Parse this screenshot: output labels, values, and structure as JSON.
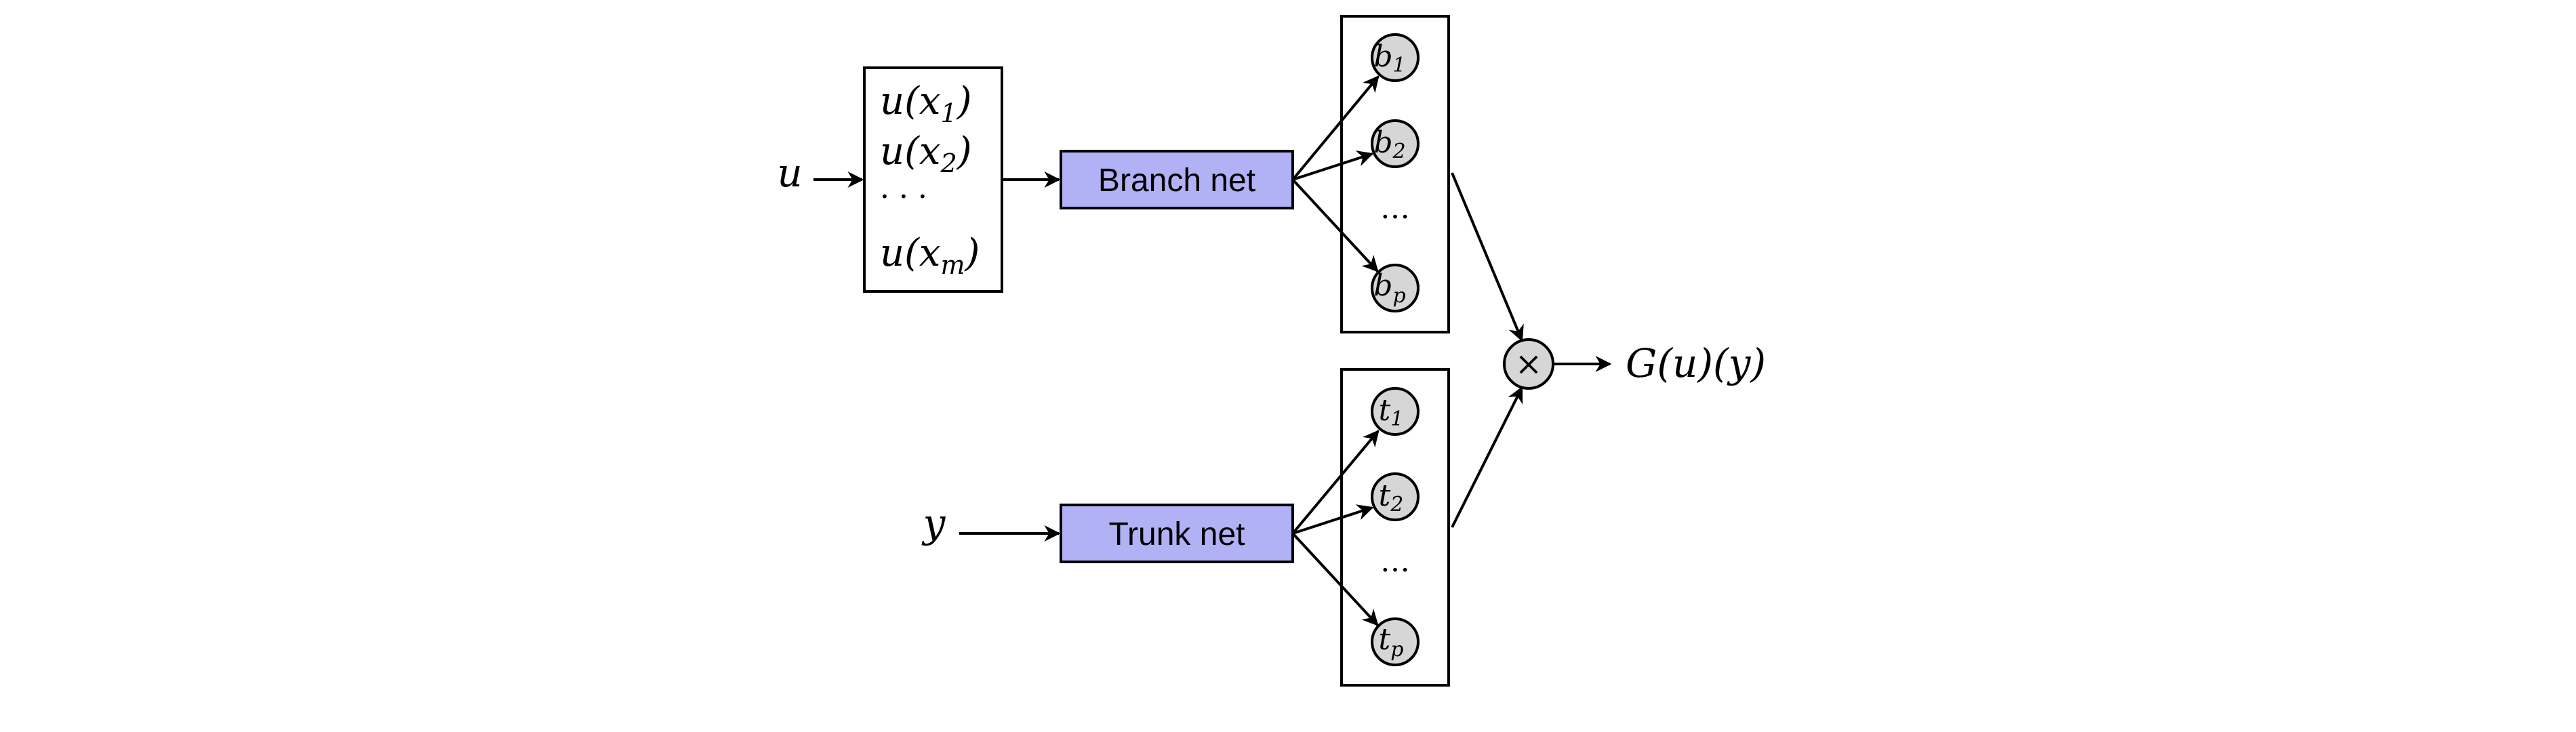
{
  "colors": {
    "net_fill": "#b1b1f6",
    "node_fill": "#d6d6d6",
    "line": "#000000"
  },
  "diagram": {
    "input_u": "u",
    "input_y": "y",
    "sensors": {
      "x1": {
        "pre": "u(x",
        "sub": "1",
        "post": ")"
      },
      "x2": {
        "pre": "u(x",
        "sub": "2",
        "post": ")"
      },
      "dots": "· · ·",
      "xm": {
        "pre": "u(x",
        "sub": "m",
        "post": ")"
      }
    },
    "branch_net": {
      "label": "Branch net"
    },
    "trunk_net": {
      "label": "Trunk net"
    },
    "branch_outputs": [
      {
        "base": "b",
        "sub": "1"
      },
      {
        "base": "b",
        "sub": "2"
      },
      {
        "base": "b",
        "sub": "p"
      }
    ],
    "trunk_outputs": [
      {
        "base": "t",
        "sub": "1"
      },
      {
        "base": "t",
        "sub": "2"
      },
      {
        "base": "t",
        "sub": "p"
      }
    ],
    "ellipsis": "…",
    "product_symbol": "×",
    "output": "G(u)(y)"
  }
}
